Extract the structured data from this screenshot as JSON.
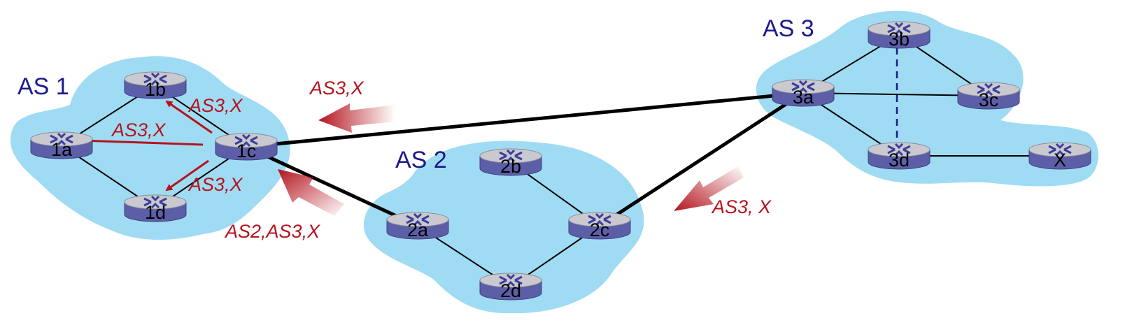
{
  "colors": {
    "cloud": "#9fdcf3",
    "as_label": "#1a1a8c",
    "advert": "#b4141e",
    "router_body": "#5c5fa8",
    "router_top": "#c9c9cf",
    "dashed_link": "#1a1a8c"
  },
  "autonomous_systems": [
    {
      "id": "as1",
      "label": "AS 1"
    },
    {
      "id": "as2",
      "label": "AS 2"
    },
    {
      "id": "as3",
      "label": "AS 3"
    }
  ],
  "routers": [
    {
      "id": "1a",
      "label": "1a"
    },
    {
      "id": "1b",
      "label": "1b"
    },
    {
      "id": "1c",
      "label": "1c"
    },
    {
      "id": "1d",
      "label": "1d"
    },
    {
      "id": "2a",
      "label": "2a"
    },
    {
      "id": "2b",
      "label": "2b"
    },
    {
      "id": "2c",
      "label": "2c"
    },
    {
      "id": "2d",
      "label": "2d"
    },
    {
      "id": "3a",
      "label": "3a"
    },
    {
      "id": "3b",
      "label": "3b"
    },
    {
      "id": "3c",
      "label": "3c"
    },
    {
      "id": "3d",
      "label": "3d"
    },
    {
      "id": "x",
      "label": "X"
    }
  ],
  "links": [
    {
      "from": "1a",
      "to": "1b",
      "kind": "intra"
    },
    {
      "from": "1a",
      "to": "1d",
      "kind": "intra"
    },
    {
      "from": "1b",
      "to": "1c",
      "kind": "intra"
    },
    {
      "from": "1c",
      "to": "1d",
      "kind": "intra"
    },
    {
      "from": "2a",
      "to": "2d",
      "kind": "intra"
    },
    {
      "from": "2b",
      "to": "2c",
      "kind": "intra"
    },
    {
      "from": "2d",
      "to": "2c",
      "kind": "intra"
    },
    {
      "from": "3a",
      "to": "3b",
      "kind": "intra"
    },
    {
      "from": "3a",
      "to": "3c",
      "kind": "intra"
    },
    {
      "from": "3a",
      "to": "3d",
      "kind": "intra"
    },
    {
      "from": "3b",
      "to": "3c",
      "kind": "intra"
    },
    {
      "from": "3b",
      "to": "3d",
      "kind": "dashed"
    },
    {
      "from": "3d",
      "to": "x",
      "kind": "intra"
    },
    {
      "from": "1c",
      "to": "3a",
      "kind": "inter"
    },
    {
      "from": "1c",
      "to": "2a",
      "kind": "inter"
    },
    {
      "from": "2c",
      "to": "3a",
      "kind": "inter"
    }
  ],
  "advertisements": [
    {
      "id": "adv-3a-1c",
      "label": "AS3,X"
    },
    {
      "id": "adv-2c-2a",
      "label": "AS3, X"
    },
    {
      "id": "adv-2a-1c",
      "label": "AS2,AS3,X"
    },
    {
      "id": "adv-1c-1b",
      "label": "AS3,X"
    },
    {
      "id": "adv-1c-1a",
      "label": "AS3,X"
    },
    {
      "id": "adv-1c-1d",
      "label": "AS3,X"
    }
  ]
}
